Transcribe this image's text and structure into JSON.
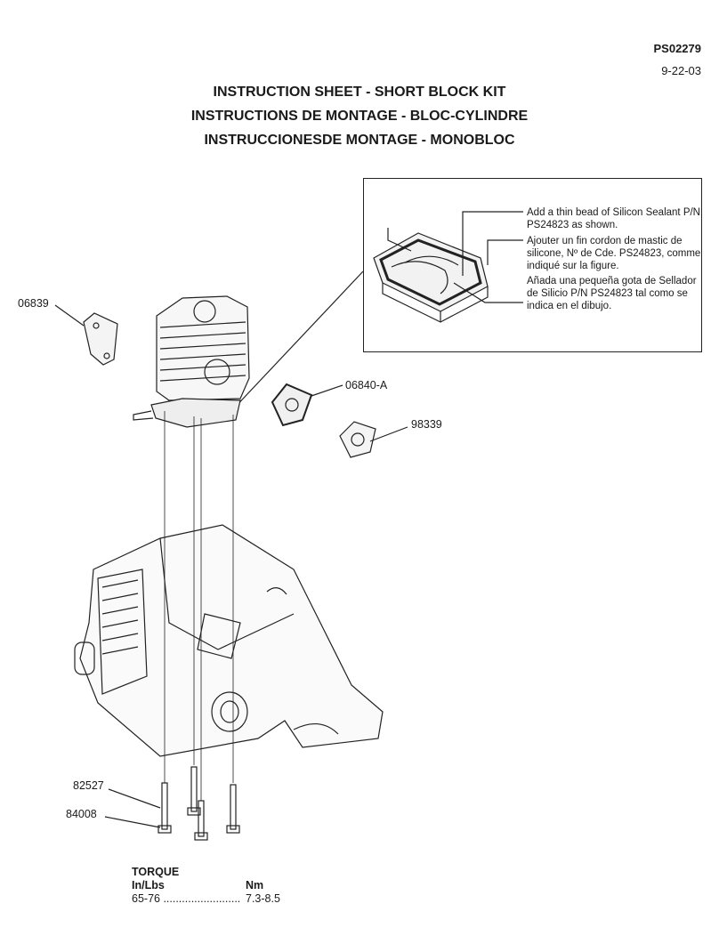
{
  "header": {
    "doc_number": "PS02279",
    "date": "9-22-03"
  },
  "titles": [
    "INSTRUCTION SHEET - SHORT BLOCK KIT",
    "INSTRUCTIONS DE MONTAGE - BLOC-CYLINDRE",
    "INSTRUCCIONESDE MONTAGE - MONOBLOC"
  ],
  "inset_notes": [
    "Add a thin bead of Silicon Sealant P/N PS24823 as shown.",
    "Ajouter un fin cordon de mastic de silicone, Nº de Cde. PS24823, comme indiqué sur la figure.",
    "Añada una pequeña gota de Sellador de Silicio P/N PS24823 tal como se indica en el dibujo."
  ],
  "callouts": {
    "gasket_left": "06839",
    "gasket_right": "06840-A",
    "spacer": "98339",
    "bolt_a": "82527",
    "bolt_b": "84008"
  },
  "torque": {
    "title": "TORQUE",
    "col_inlbs": "In/Lbs",
    "col_nm": "Nm",
    "value_inlbs": "65-76 .........................",
    "value_nm": "7.3-8.5"
  }
}
